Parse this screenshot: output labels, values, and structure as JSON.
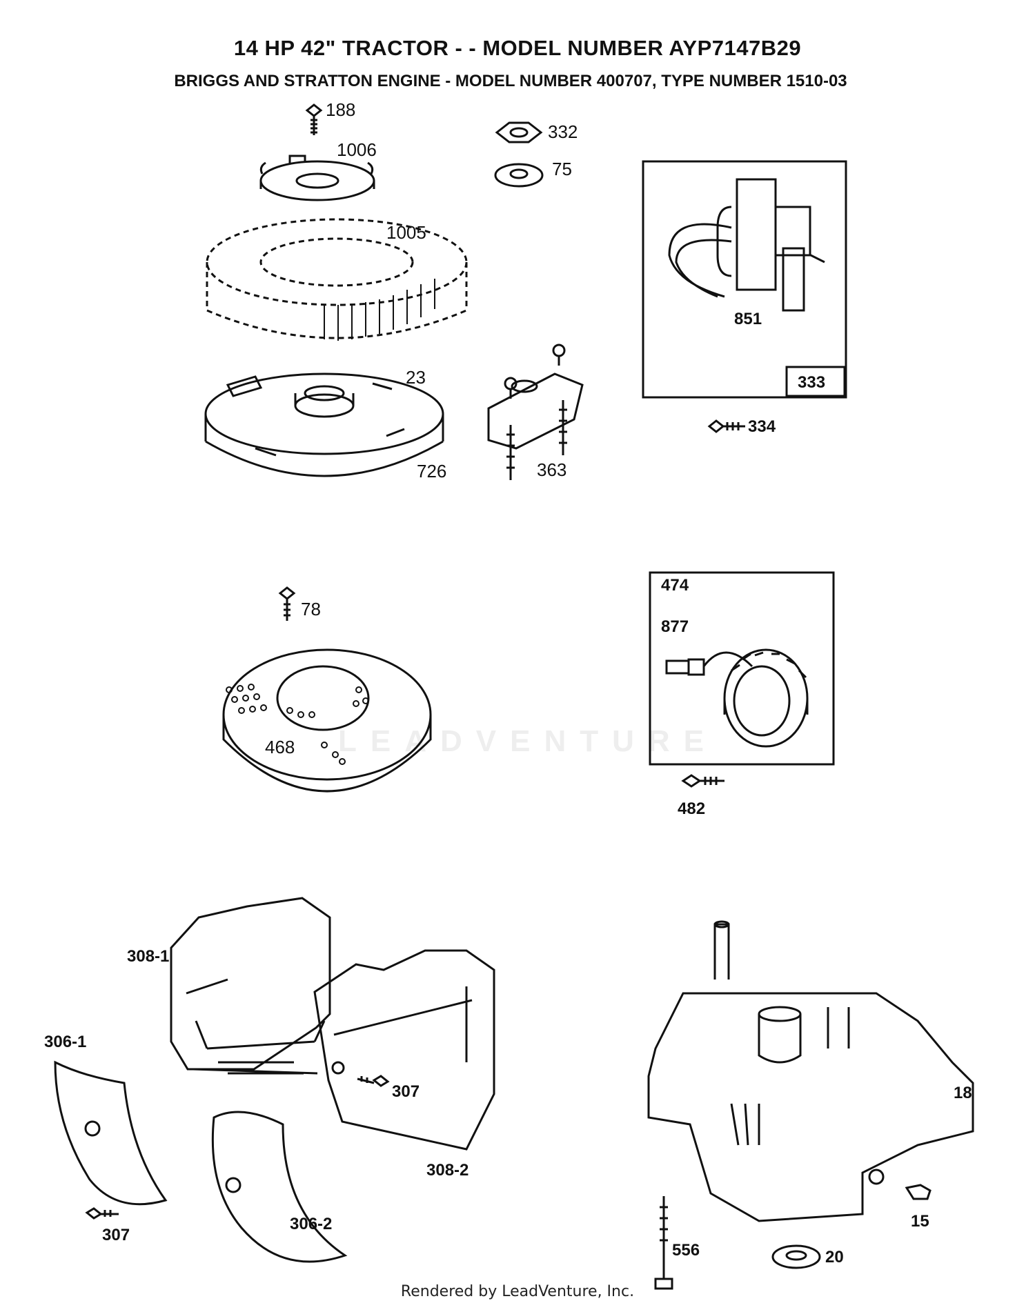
{
  "header": {
    "title": "14 HP 42\" TRACTOR - - MODEL NUMBER AYP7147B29",
    "subtitle": "BRIGGS AND STRATTON ENGINE - MODEL NUMBER 400707, TYPE NUMBER 1510-03"
  },
  "watermark": "LEADVENTURE",
  "footer": "Rendered by LeadVenture, Inc.",
  "parts": {
    "p188": "188",
    "p1006": "1006",
    "p1005": "1005",
    "p23": "23",
    "p726": "726",
    "p332": "332",
    "p75": "75",
    "p363": "363",
    "p851": "851",
    "p333": "333",
    "p334": "334",
    "p78": "78",
    "p468": "468",
    "p474": "474",
    "p877": "877",
    "p482": "482",
    "p308_1": "308-1",
    "p306_1": "306-1",
    "p307a": "307",
    "p307b": "307",
    "p308_2": "308-2",
    "p306_2": "306-2",
    "p18": "18",
    "p15": "15",
    "p556": "556",
    "p20": "20"
  }
}
